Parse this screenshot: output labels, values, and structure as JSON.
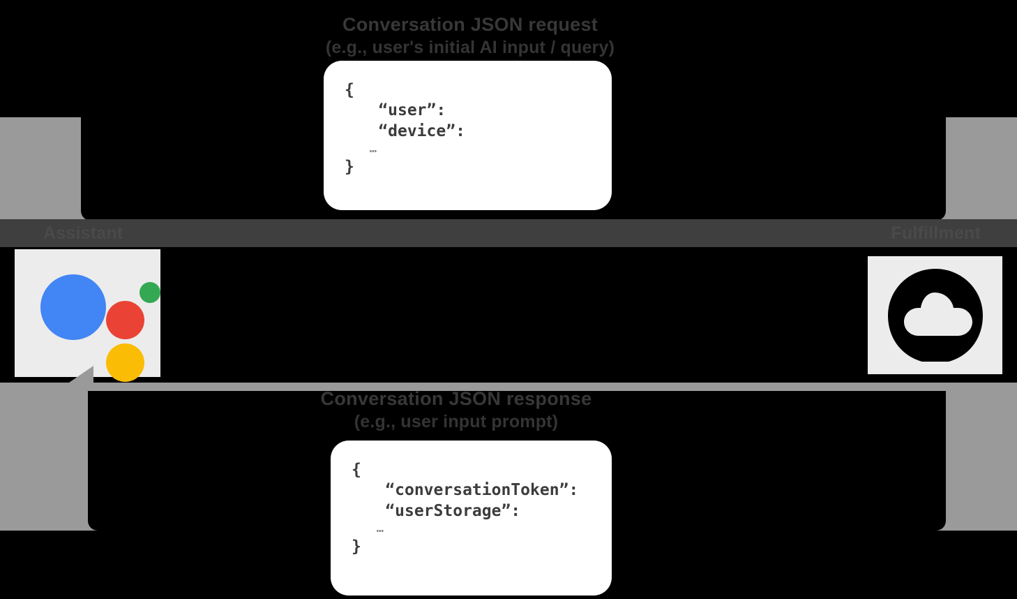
{
  "diagram": {
    "title": "Conversation JSON request / response flow",
    "background_color": "#000000",
    "arrow_color": "#9a9a9a",
    "bar_color": "#3f3f3f",
    "tile_color": "#ececec"
  },
  "entities": {
    "left": {
      "label": "Assistant",
      "icon": "google-assistant-icon",
      "dots": [
        {
          "name": "blue-dot",
          "color": "#4285F4"
        },
        {
          "name": "red-dot",
          "color": "#EA4335"
        },
        {
          "name": "yellow-dot",
          "color": "#FBBC05"
        },
        {
          "name": "green-dot",
          "color": "#34A853"
        }
      ]
    },
    "right": {
      "label": "Fulfillment",
      "icon": "cloud-fulfillment-icon"
    }
  },
  "request_flow": {
    "title": "Conversation JSON request",
    "subtitle": "(e.g., user's initial AI input / query)",
    "direction": "left-to-right",
    "card": {
      "open_brace": "{",
      "lines": [
        "“user”:",
        "“device”:"
      ],
      "ellipsis": "…",
      "close_brace": "}"
    }
  },
  "response_flow": {
    "title": "Conversation JSON response",
    "subtitle": "(e.g., user input prompt)",
    "direction": "right-to-left",
    "card": {
      "open_brace": "{",
      "lines": [
        "“conversationToken”:",
        "“userStorage”:"
      ],
      "ellipsis": "…",
      "close_brace": "}"
    }
  }
}
